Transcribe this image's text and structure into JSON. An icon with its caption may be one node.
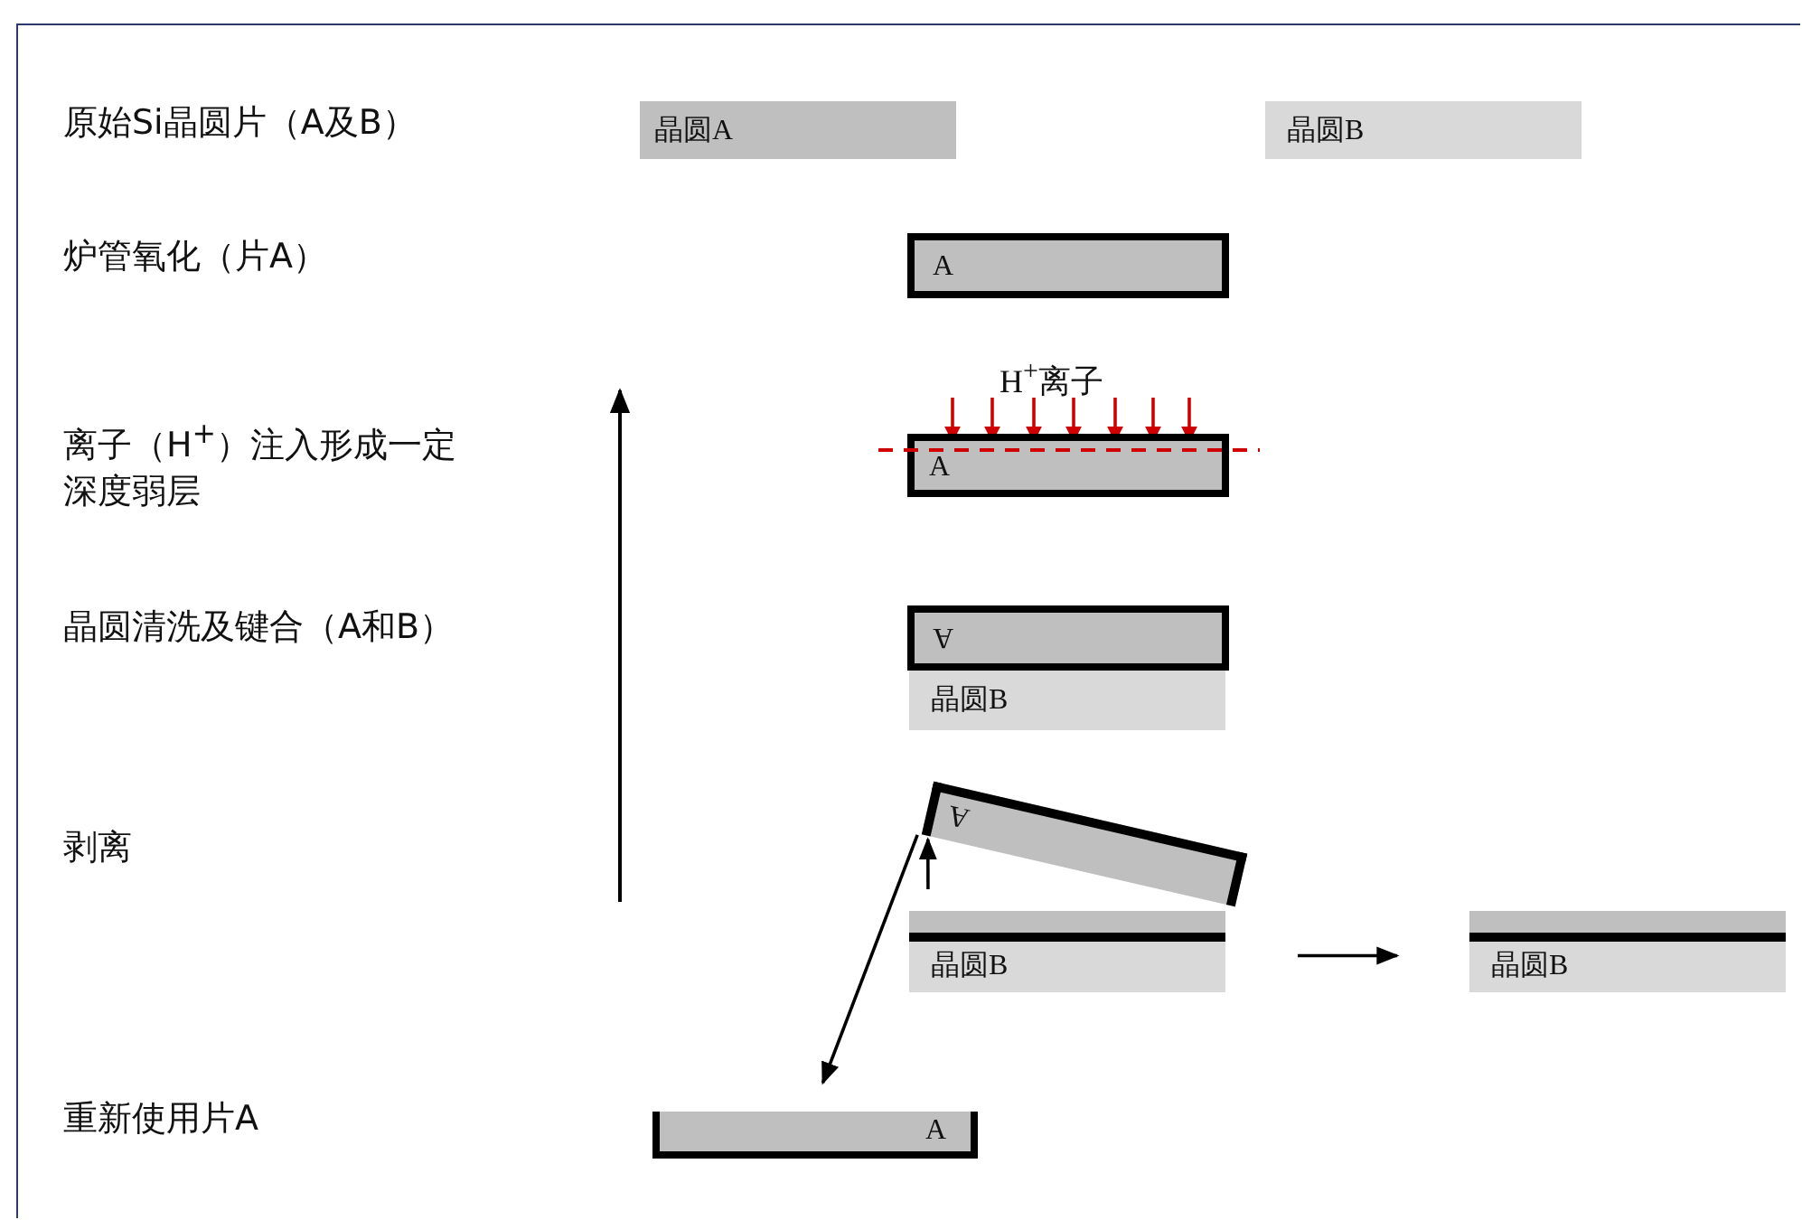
{
  "diagram": {
    "nodes": [
      {
        "text": [
          "晶圆A"
        ]
      },
      {
        "text": [
          "晶圆B"
        ]
      },
      {
        "text": [
          "A"
        ]
      },
      {
        "text": [
          "A"
        ]
      },
      {
        "text": [
          "A"
        ]
      },
      {
        "text": [
          "晶圆B"
        ]
      },
      {
        "text": [
          "A"
        ]
      },
      {
        "text": [
          "晶圆B"
        ]
      },
      {
        "text": [
          "晶圆B"
        ]
      },
      {
        "text": [
          "A"
        ]
      }
    ],
    "edges": [
      {
        "from": 7,
        "to": 6,
        "arrow": "to"
      },
      {
        "from": 6,
        "to": 9,
        "arrow": "to"
      },
      {
        "from": 7,
        "to": 8,
        "arrow": "to"
      }
    ],
    "labels": [
      "原始Si晶圆片（A及B）",
      "炉管氧化（片A）",
      "离子（H$^{+}$）注入形成一定深度弱层",
      "晶圆清洗及键合（A和B）",
      "剥离",
      "重新使用片A",
      "H$^{+}$离子"
    ]
  }
}
